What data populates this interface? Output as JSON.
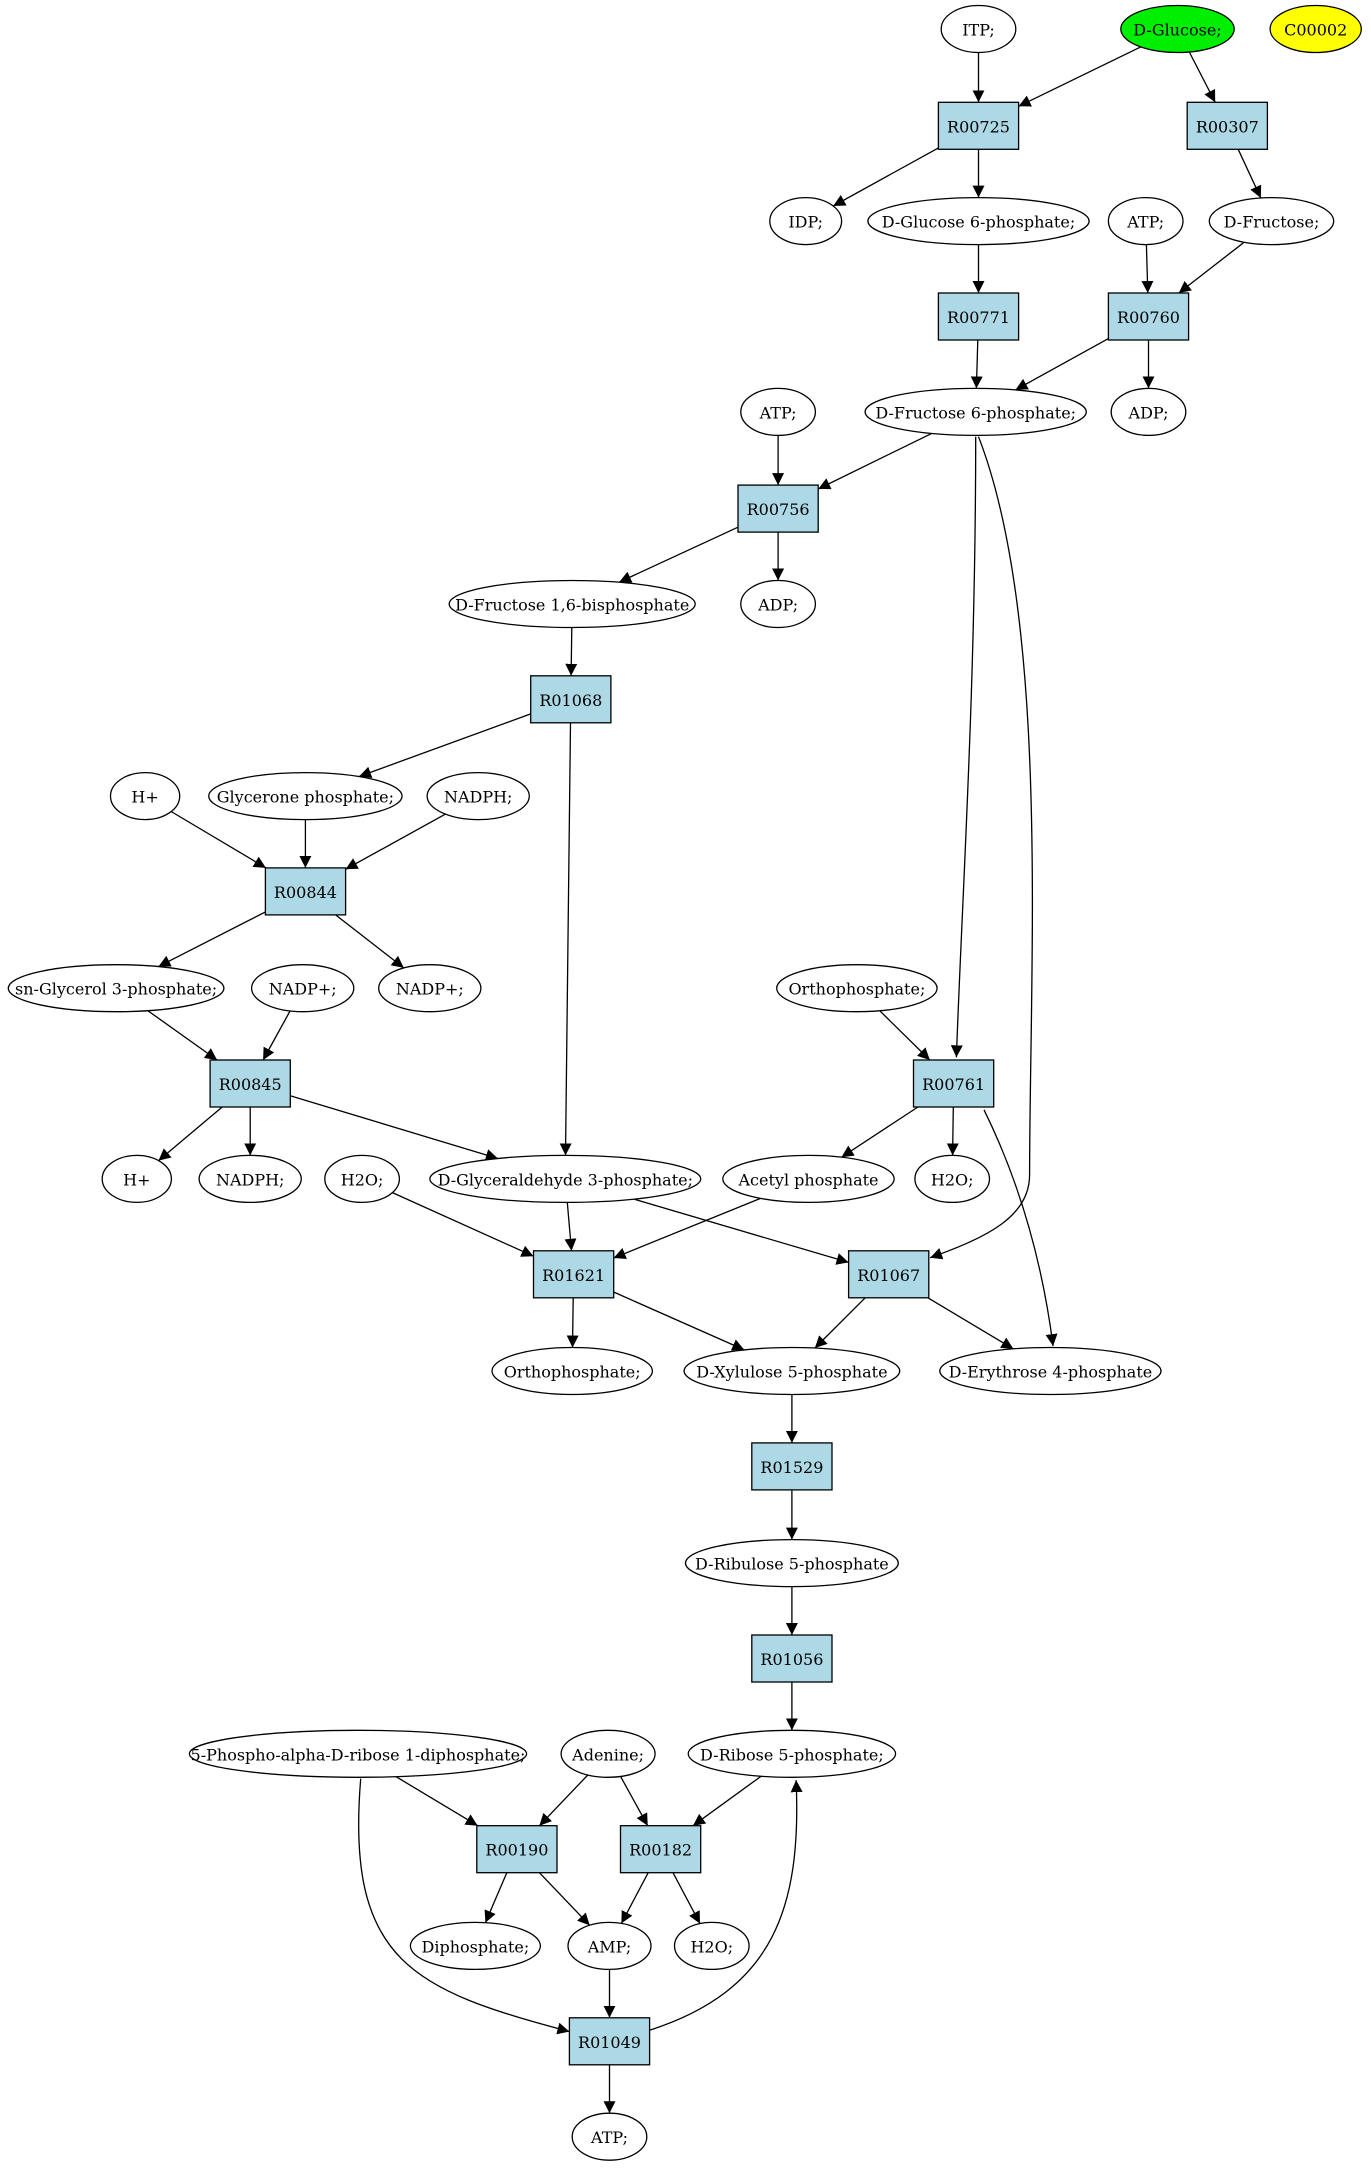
{
  "colors": {
    "reaction_fill": "#add8e6",
    "start_fill": "#00ee00",
    "highlight_fill": "#ffff00",
    "compound_fill": "#ffffff",
    "stroke": "#000000"
  },
  "nodes": {
    "itp": {
      "label": "ITP;",
      "kind": "compound"
    },
    "dglucose": {
      "label": "D-Glucose;",
      "kind": "start"
    },
    "c00002": {
      "label": "C00002",
      "kind": "highlight"
    },
    "r00725": {
      "label": "R00725",
      "kind": "reaction"
    },
    "r00307": {
      "label": "R00307",
      "kind": "reaction"
    },
    "idp": {
      "label": "IDP;",
      "kind": "compound"
    },
    "g6p": {
      "label": "D-Glucose 6-phosphate;",
      "kind": "compound"
    },
    "atp1": {
      "label": "ATP;",
      "kind": "compound"
    },
    "dfructose": {
      "label": "D-Fructose;",
      "kind": "compound"
    },
    "r00771": {
      "label": "R00771",
      "kind": "reaction"
    },
    "r00760": {
      "label": "R00760",
      "kind": "reaction"
    },
    "atp2": {
      "label": "ATP;",
      "kind": "compound"
    },
    "f6p": {
      "label": "D-Fructose 6-phosphate;",
      "kind": "compound"
    },
    "adp1": {
      "label": "ADP;",
      "kind": "compound"
    },
    "r00756": {
      "label": "R00756",
      "kind": "reaction"
    },
    "fbp": {
      "label": "D-Fructose 1,6-bisphosphate",
      "kind": "compound"
    },
    "adp2": {
      "label": "ADP;",
      "kind": "compound"
    },
    "r01068": {
      "label": "R01068",
      "kind": "reaction"
    },
    "hplus1": {
      "label": "H+",
      "kind": "compound"
    },
    "glycerone": {
      "label": "Glycerone phosphate;",
      "kind": "compound"
    },
    "nadph1": {
      "label": "NADPH;",
      "kind": "compound"
    },
    "r00844": {
      "label": "R00844",
      "kind": "reaction"
    },
    "g3p": {
      "label": "sn-Glycerol 3-phosphate;",
      "kind": "compound"
    },
    "nadp1": {
      "label": "NADP+;",
      "kind": "compound"
    },
    "nadp2": {
      "label": "NADP+;",
      "kind": "compound"
    },
    "ortho1": {
      "label": "Orthophosphate;",
      "kind": "compound"
    },
    "r00845": {
      "label": "R00845",
      "kind": "reaction"
    },
    "r00761": {
      "label": "R00761",
      "kind": "reaction"
    },
    "hplus2": {
      "label": "H+",
      "kind": "compound"
    },
    "nadph2": {
      "label": "NADPH;",
      "kind": "compound"
    },
    "h2o1": {
      "label": "H2O;",
      "kind": "compound"
    },
    "gap": {
      "label": "D-Glyceraldehyde 3-phosphate;",
      "kind": "compound"
    },
    "acetylp": {
      "label": "Acetyl phosphate",
      "kind": "compound"
    },
    "h2o2": {
      "label": "H2O;",
      "kind": "compound"
    },
    "r01621": {
      "label": "R01621",
      "kind": "reaction"
    },
    "r01067": {
      "label": "R01067",
      "kind": "reaction"
    },
    "ortho2": {
      "label": "Orthophosphate;",
      "kind": "compound"
    },
    "x5p": {
      "label": "D-Xylulose 5-phosphate",
      "kind": "compound"
    },
    "e4p": {
      "label": "D-Erythrose 4-phosphate",
      "kind": "compound"
    },
    "r01529": {
      "label": "R01529",
      "kind": "reaction"
    },
    "ru5p": {
      "label": "D-Ribulose 5-phosphate",
      "kind": "compound"
    },
    "r01056": {
      "label": "R01056",
      "kind": "reaction"
    },
    "prpp": {
      "label": "5-Phospho-alpha-D-ribose 1-diphosphate;",
      "kind": "compound"
    },
    "adenine": {
      "label": "Adenine;",
      "kind": "compound"
    },
    "r5p": {
      "label": "D-Ribose 5-phosphate;",
      "kind": "compound"
    },
    "r00190": {
      "label": "R00190",
      "kind": "reaction"
    },
    "r00182": {
      "label": "R00182",
      "kind": "reaction"
    },
    "diphosphate": {
      "label": "Diphosphate;",
      "kind": "compound"
    },
    "amp": {
      "label": "AMP;",
      "kind": "compound"
    },
    "h2o3": {
      "label": "H2O;",
      "kind": "compound"
    },
    "r01049": {
      "label": "R01049",
      "kind": "reaction"
    },
    "atp3": {
      "label": "ATP;",
      "kind": "compound"
    }
  },
  "edges": [
    {
      "from": "itp",
      "to": "r00725"
    },
    {
      "from": "dglucose",
      "to": "r00725"
    },
    {
      "from": "dglucose",
      "to": "r00307"
    },
    {
      "from": "r00725",
      "to": "idp"
    },
    {
      "from": "r00725",
      "to": "g6p"
    },
    {
      "from": "r00307",
      "to": "dfructose"
    },
    {
      "from": "g6p",
      "to": "r00771"
    },
    {
      "from": "atp1",
      "to": "r00760"
    },
    {
      "from": "dfructose",
      "to": "r00760"
    },
    {
      "from": "r00771",
      "to": "f6p"
    },
    {
      "from": "r00760",
      "to": "f6p"
    },
    {
      "from": "r00760",
      "to": "adp1"
    },
    {
      "from": "atp2",
      "to": "r00756"
    },
    {
      "from": "f6p",
      "to": "r00756"
    },
    {
      "from": "f6p",
      "to": "r00761"
    },
    {
      "from": "f6p",
      "to": "r01067"
    },
    {
      "from": "r00756",
      "to": "fbp"
    },
    {
      "from": "r00756",
      "to": "adp2"
    },
    {
      "from": "fbp",
      "to": "r01068"
    },
    {
      "from": "r01068",
      "to": "glycerone"
    },
    {
      "from": "r01068",
      "to": "gap"
    },
    {
      "from": "hplus1",
      "to": "r00844"
    },
    {
      "from": "glycerone",
      "to": "r00844"
    },
    {
      "from": "nadph1",
      "to": "r00844"
    },
    {
      "from": "r00844",
      "to": "g3p"
    },
    {
      "from": "r00844",
      "to": "nadp2"
    },
    {
      "from": "g3p",
      "to": "r00845"
    },
    {
      "from": "nadp1",
      "to": "r00845"
    },
    {
      "from": "ortho1",
      "to": "r00761"
    },
    {
      "from": "r00845",
      "to": "hplus2"
    },
    {
      "from": "r00845",
      "to": "nadph2"
    },
    {
      "from": "r00845",
      "to": "gap"
    },
    {
      "from": "r00761",
      "to": "acetylp"
    },
    {
      "from": "r00761",
      "to": "h2o2"
    },
    {
      "from": "r00761",
      "to": "e4p"
    },
    {
      "from": "h2o1",
      "to": "r01621"
    },
    {
      "from": "gap",
      "to": "r01621"
    },
    {
      "from": "gap",
      "to": "r01067"
    },
    {
      "from": "acetylp",
      "to": "r01621"
    },
    {
      "from": "r01621",
      "to": "ortho2"
    },
    {
      "from": "r01621",
      "to": "x5p"
    },
    {
      "from": "r01067",
      "to": "x5p"
    },
    {
      "from": "r01067",
      "to": "e4p"
    },
    {
      "from": "x5p",
      "to": "r01529"
    },
    {
      "from": "r01529",
      "to": "ru5p"
    },
    {
      "from": "ru5p",
      "to": "r01056"
    },
    {
      "from": "r01056",
      "to": "r5p"
    },
    {
      "from": "prpp",
      "to": "r00190"
    },
    {
      "from": "prpp",
      "to": "r01049"
    },
    {
      "from": "adenine",
      "to": "r00190"
    },
    {
      "from": "adenine",
      "to": "r00182"
    },
    {
      "from": "r5p",
      "to": "r00182"
    },
    {
      "from": "r00190",
      "to": "diphosphate"
    },
    {
      "from": "r00190",
      "to": "amp"
    },
    {
      "from": "r00182",
      "to": "amp"
    },
    {
      "from": "r00182",
      "to": "h2o3"
    },
    {
      "from": "amp",
      "to": "r01049"
    },
    {
      "from": "r01049",
      "to": "r5p"
    },
    {
      "from": "r01049",
      "to": "atp3"
    }
  ]
}
